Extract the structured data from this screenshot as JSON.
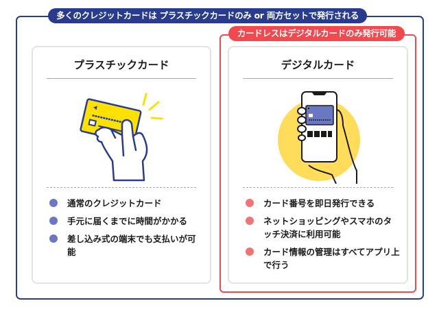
{
  "header": {
    "outer_label": "多くのクレジットカードは プラスチックカードのみ or 両方セットで発行される",
    "inner_label": "カードレスはデジタルカードのみ発行可能"
  },
  "colors": {
    "navy": "#283b8f",
    "red": "#f2494f",
    "bullet_blue": "#6a78c4",
    "bullet_pink": "#f27373",
    "yellow": "#ffe100",
    "circle_yellow": "#ffdc5a"
  },
  "plastic_card": {
    "title": "プラスチックカード",
    "illustration": "hand-holding-credit-card",
    "features": [
      "通常のクレジットカード",
      "手元に届くまでに時間がかかる",
      "差し込み式の端末でも支払いが可能"
    ]
  },
  "digital_card": {
    "title": "デジタルカード",
    "illustration": "hand-holding-smartphone",
    "features": [
      "カード番号を即日発行できる",
      "ネットショッピングやスマホのタッチ決済に利用可能",
      "カード情報の管理はすべてアプリ上で行う"
    ]
  }
}
